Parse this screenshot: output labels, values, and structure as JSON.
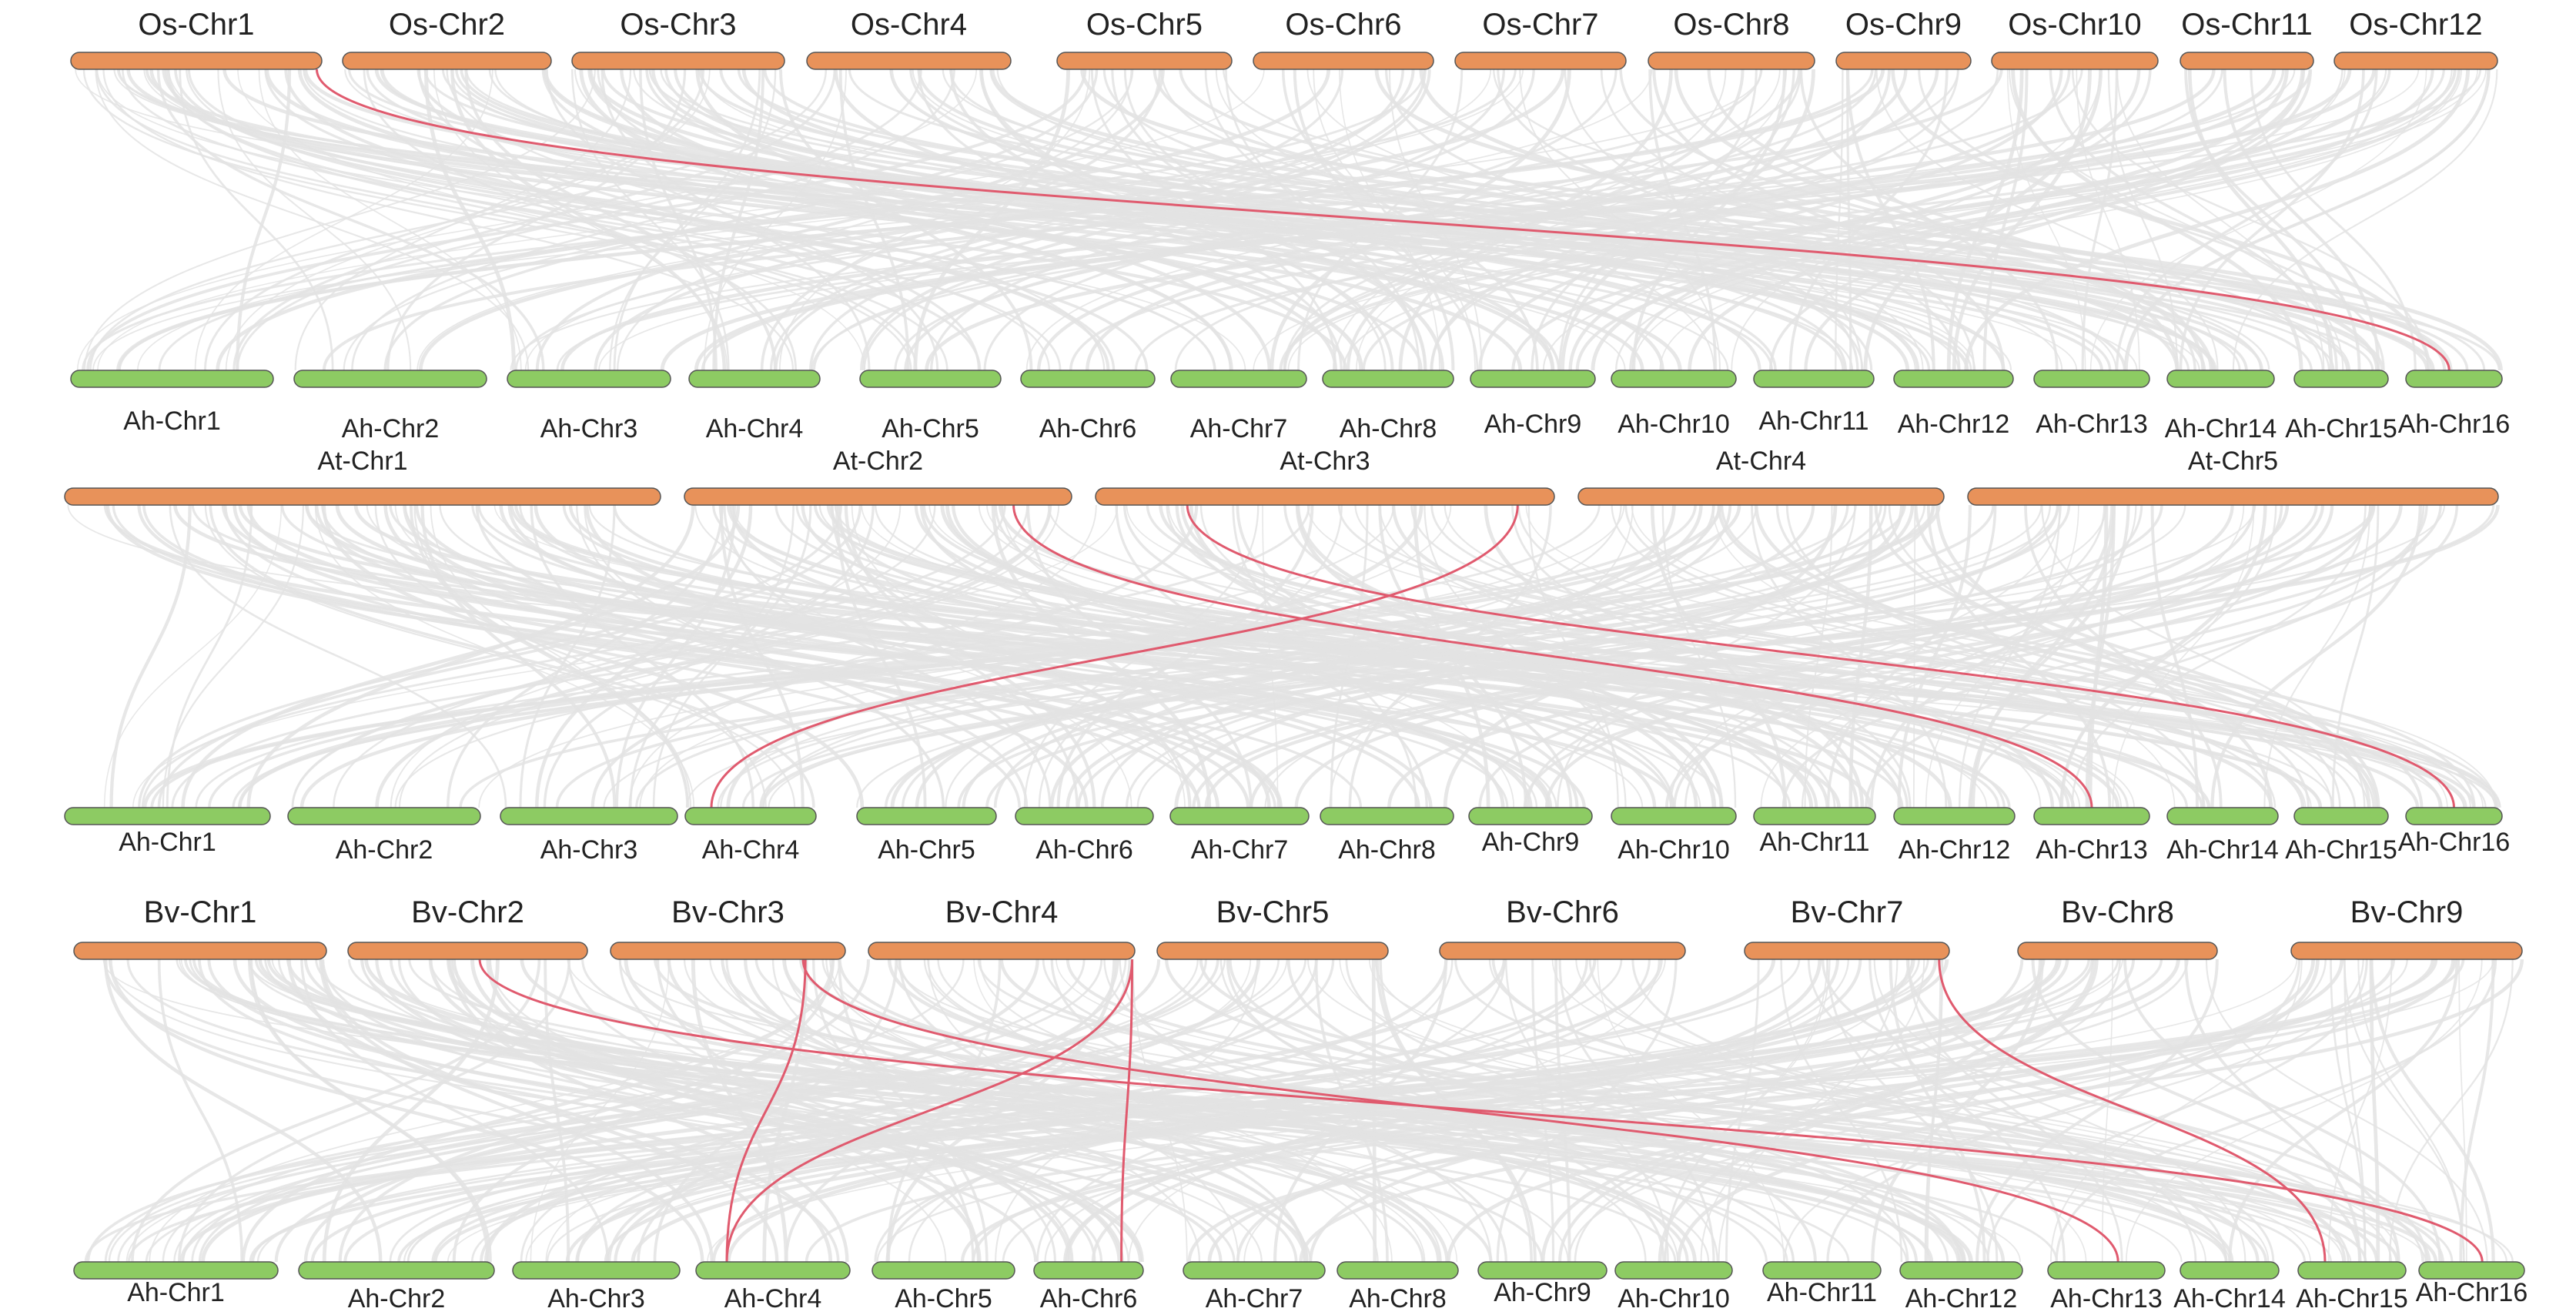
{
  "colors": {
    "reference_chr": "#E8925A",
    "query_chr": "#8DCB63",
    "background_link": "#E3E3E3",
    "highlight_link": "#E05A6E",
    "chr_outline": "#555555"
  },
  "panels": [
    {
      "id": "os-vs-ah",
      "reference": [
        {
          "label": "Os-Chr1"
        },
        {
          "label": "Os-Chr2"
        },
        {
          "label": "Os-Chr3"
        },
        {
          "label": "Os-Chr4"
        },
        {
          "label": "Os-Chr5"
        },
        {
          "label": "Os-Chr6"
        },
        {
          "label": "Os-Chr7"
        },
        {
          "label": "Os-Chr8"
        },
        {
          "label": "Os-Chr9"
        },
        {
          "label": "Os-Chr10"
        },
        {
          "label": "Os-Chr11"
        },
        {
          "label": "Os-Chr12"
        }
      ],
      "query": [
        {
          "label": "Ah-Chr1"
        },
        {
          "label": "Ah-Chr2"
        },
        {
          "label": "Ah-Chr3"
        },
        {
          "label": "Ah-Chr4"
        },
        {
          "label": "Ah-Chr5"
        },
        {
          "label": "Ah-Chr6"
        },
        {
          "label": "Ah-Chr7"
        },
        {
          "label": "Ah-Chr8"
        },
        {
          "label": "Ah-Chr9"
        },
        {
          "label": "Ah-Chr10"
        },
        {
          "label": "Ah-Chr11"
        },
        {
          "label": "Ah-Chr12"
        },
        {
          "label": "Ah-Chr13"
        },
        {
          "label": "Ah-Chr14"
        },
        {
          "label": "Ah-Chr15"
        },
        {
          "label": "Ah-Chr16"
        }
      ],
      "highlights": [
        {
          "from": "Os-Chr1",
          "to": "Ah-Chr16"
        }
      ]
    },
    {
      "id": "at-vs-ah",
      "reference": [
        {
          "label": "At-Chr1"
        },
        {
          "label": "At-Chr2"
        },
        {
          "label": "At-Chr3"
        },
        {
          "label": "At-Chr4"
        },
        {
          "label": "At-Chr5"
        }
      ],
      "query": [
        {
          "label": "Ah-Chr1"
        },
        {
          "label": "Ah-Chr2"
        },
        {
          "label": "Ah-Chr3"
        },
        {
          "label": "Ah-Chr4"
        },
        {
          "label": "Ah-Chr5"
        },
        {
          "label": "Ah-Chr6"
        },
        {
          "label": "Ah-Chr7"
        },
        {
          "label": "Ah-Chr8"
        },
        {
          "label": "Ah-Chr9"
        },
        {
          "label": "Ah-Chr10"
        },
        {
          "label": "Ah-Chr11"
        },
        {
          "label": "Ah-Chr12"
        },
        {
          "label": "Ah-Chr13"
        },
        {
          "label": "Ah-Chr14"
        },
        {
          "label": "Ah-Chr15"
        },
        {
          "label": "Ah-Chr16"
        }
      ],
      "highlights": [
        {
          "from": "At-Chr2",
          "to": "Ah-Chr13"
        },
        {
          "from": "At-Chr3",
          "to": "Ah-Chr16"
        },
        {
          "from": "At-Chr3",
          "to": "Ah-Chr4"
        }
      ]
    },
    {
      "id": "bv-vs-ah",
      "reference": [
        {
          "label": "Bv-Chr1"
        },
        {
          "label": "Bv-Chr2"
        },
        {
          "label": "Bv-Chr3"
        },
        {
          "label": "Bv-Chr4"
        },
        {
          "label": "Bv-Chr5"
        },
        {
          "label": "Bv-Chr6"
        },
        {
          "label": "Bv-Chr7"
        },
        {
          "label": "Bv-Chr8"
        },
        {
          "label": "Bv-Chr9"
        }
      ],
      "query": [
        {
          "label": "Ah-Chr1"
        },
        {
          "label": "Ah-Chr2"
        },
        {
          "label": "Ah-Chr3"
        },
        {
          "label": "Ah-Chr4"
        },
        {
          "label": "Ah-Chr5"
        },
        {
          "label": "Ah-Chr6"
        },
        {
          "label": "Ah-Chr7"
        },
        {
          "label": "Ah-Chr8"
        },
        {
          "label": "Ah-Chr9"
        },
        {
          "label": "Ah-Chr10"
        },
        {
          "label": "Ah-Chr11"
        },
        {
          "label": "Ah-Chr12"
        },
        {
          "label": "Ah-Chr13"
        },
        {
          "label": "Ah-Chr14"
        },
        {
          "label": "Ah-Chr15"
        },
        {
          "label": "Ah-Chr16"
        }
      ],
      "highlights": [
        {
          "from": "Bv-Chr2",
          "to": "Ah-Chr16"
        },
        {
          "from": "Bv-Chr3",
          "to": "Ah-Chr4"
        },
        {
          "from": "Bv-Chr3",
          "to": "Ah-Chr13"
        },
        {
          "from": "Bv-Chr4",
          "to": "Ah-Chr4"
        },
        {
          "from": "Bv-Chr4",
          "to": "Ah-Chr6"
        },
        {
          "from": "Bv-Chr7",
          "to": "Ah-Chr15"
        }
      ]
    }
  ]
}
